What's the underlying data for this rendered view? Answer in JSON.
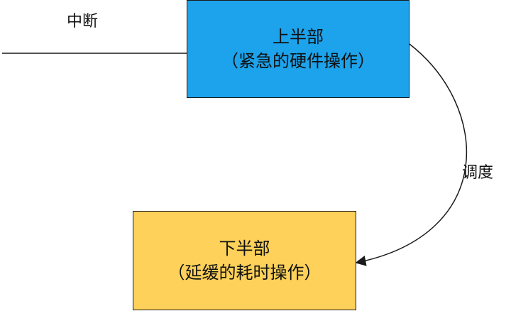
{
  "interrupt_label": "中断",
  "schedule_label": "调度",
  "top_half": {
    "title": "上半部",
    "subtitle": "（紧急的硬件操作）",
    "fill": "#1ca3ec"
  },
  "bottom_half": {
    "title": "下半部",
    "subtitle": "（延缓的耗时操作）",
    "fill": "#fdd15a"
  },
  "colors": {
    "line": "#1a1a1a",
    "background": "#ffffff"
  }
}
